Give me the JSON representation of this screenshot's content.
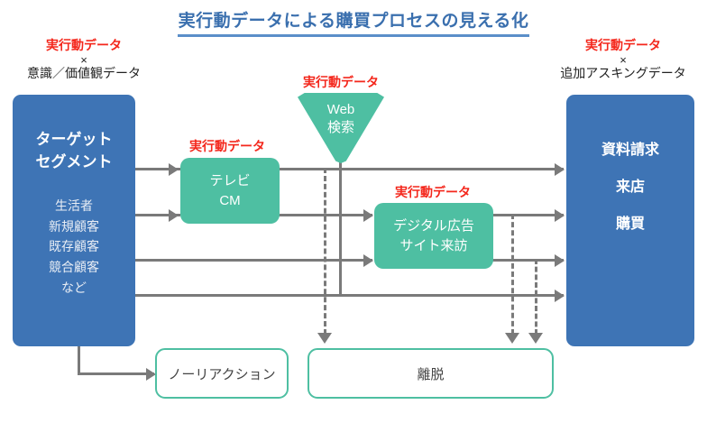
{
  "title": "実行動データによる購買プロセスの見える化",
  "captions": {
    "left": {
      "red": "実行動データ",
      "x": "×",
      "black": "意識／価値観データ"
    },
    "right": {
      "red": "実行動データ",
      "x": "×",
      "black": "追加アスキングデータ"
    },
    "tv": "実行動データ",
    "web": "実行動データ",
    "digital": "実行動データ"
  },
  "segment_box": {
    "title": "ターゲット\nセグメント",
    "title_line1": "ターゲット",
    "title_line2": "セグメント",
    "items": [
      "生活者",
      "新規顧客",
      "既存顧客",
      "競合顧客",
      "など"
    ]
  },
  "goal_box": {
    "items": [
      "資料請求",
      "来店",
      "購買"
    ]
  },
  "process": {
    "tv_line1": "テレビ",
    "tv_line2": "CM",
    "web_line1": "Web",
    "web_line2": "検索",
    "digital_line1": "デジタル広告",
    "digital_line2": "サイト来訪"
  },
  "outcomes": {
    "no_reaction": "ノーリアクション",
    "dropoff": "離脱"
  },
  "colors": {
    "title_blue": "#3a6fae",
    "box_blue": "#3e74b5",
    "teal": "#4ebfa2",
    "red": "#f4271c",
    "connector_gray": "#7a7a7a"
  }
}
